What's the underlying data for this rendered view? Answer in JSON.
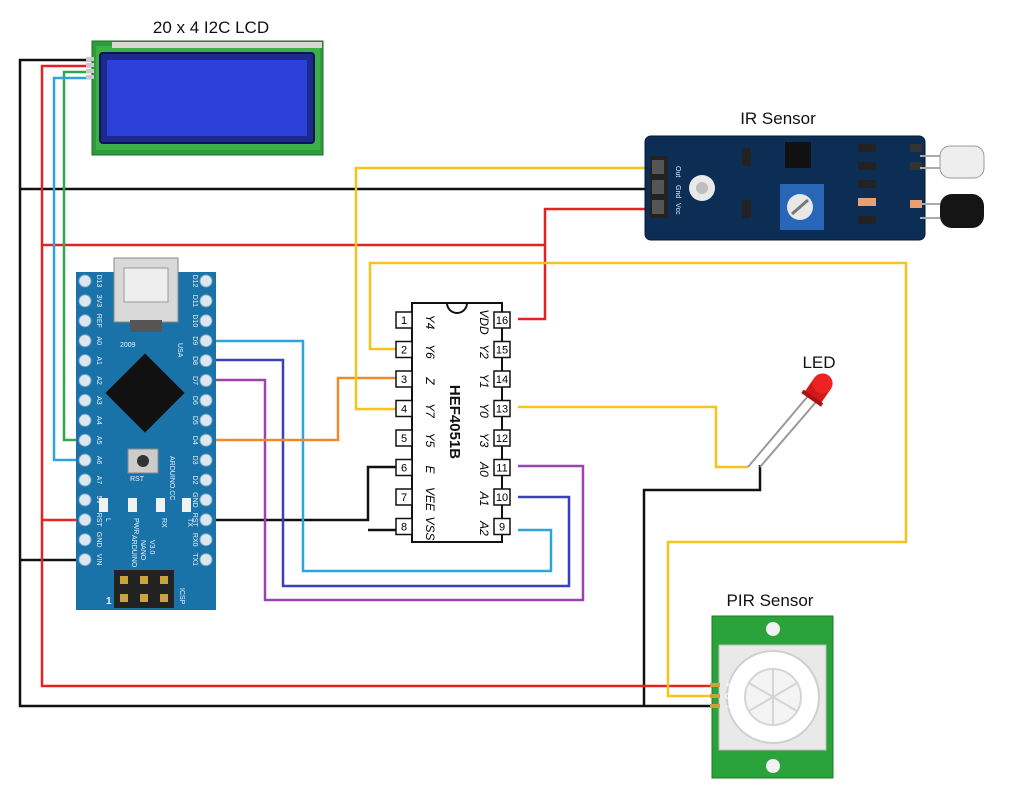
{
  "labels": {
    "lcd": "20 x 4 I2C LCD",
    "ir": "IR Sensor",
    "led": "LED",
    "pir": "PIR Sensor",
    "chip": "HEF4051B"
  },
  "ir_pins": [
    "Out",
    "Gnd",
    "Vcc"
  ],
  "chip_left_pins": [
    {
      "num": "1",
      "sym": "Y4"
    },
    {
      "num": "2",
      "sym": "Y6"
    },
    {
      "num": "3",
      "sym": "Z"
    },
    {
      "num": "4",
      "sym": "Y7"
    },
    {
      "num": "5",
      "sym": "Y5"
    },
    {
      "num": "6",
      "sym": "E"
    },
    {
      "num": "7",
      "sym": "VEE"
    },
    {
      "num": "8",
      "sym": "VSS"
    }
  ],
  "chip_right_pins": [
    {
      "num": "16",
      "sym": "VDD"
    },
    {
      "num": "15",
      "sym": "Y2"
    },
    {
      "num": "14",
      "sym": "Y1"
    },
    {
      "num": "13",
      "sym": "Y0"
    },
    {
      "num": "12",
      "sym": "Y3"
    },
    {
      "num": "11",
      "sym": "A0"
    },
    {
      "num": "10",
      "sym": "A1"
    },
    {
      "num": "9",
      "sym": "A2"
    }
  ],
  "nano_left_pins": [
    "D13",
    "3V3",
    "REF",
    "A0",
    "A1",
    "A2",
    "A3",
    "A4",
    "A5",
    "A6",
    "A7",
    "5V",
    "RST",
    "GND",
    "VIN"
  ],
  "nano_right_pins": [
    "D12",
    "D11",
    "D10",
    "D9",
    "D8",
    "D7",
    "D6",
    "D5",
    "D4",
    "D3",
    "D2",
    "GND",
    "RST",
    "RX0",
    "TX1"
  ],
  "nano_text": {
    "usa": "USA",
    "year": "2009",
    "rst": "RST",
    "arduino": "ARDUINO",
    "nano": "NANO",
    "ver": "V3.0",
    "arduino_cc": "ARDUINO.CC",
    "l": "L",
    "pwr": "PWR",
    "rx": "RX",
    "tx": "TX",
    "icsp": "ICSP",
    "one": "1"
  },
  "pir_pins": [
    "+",
    "o",
    "−"
  ],
  "colors": {
    "red": "#e32322",
    "black": "#111111",
    "green": "#2ea84a",
    "blue_light": "#2ea3dc",
    "blue_dark": "#3b3fb8",
    "purple": "#9b44b0",
    "orange": "#ef8a2c",
    "yellow": "#f7c21c",
    "board": "#1a73a8",
    "lcd_board": "#2d9c3a",
    "lcd_screen": "#2b3fd9",
    "ir_board": "#0c2e54",
    "pir_board": "#2aa33a"
  }
}
